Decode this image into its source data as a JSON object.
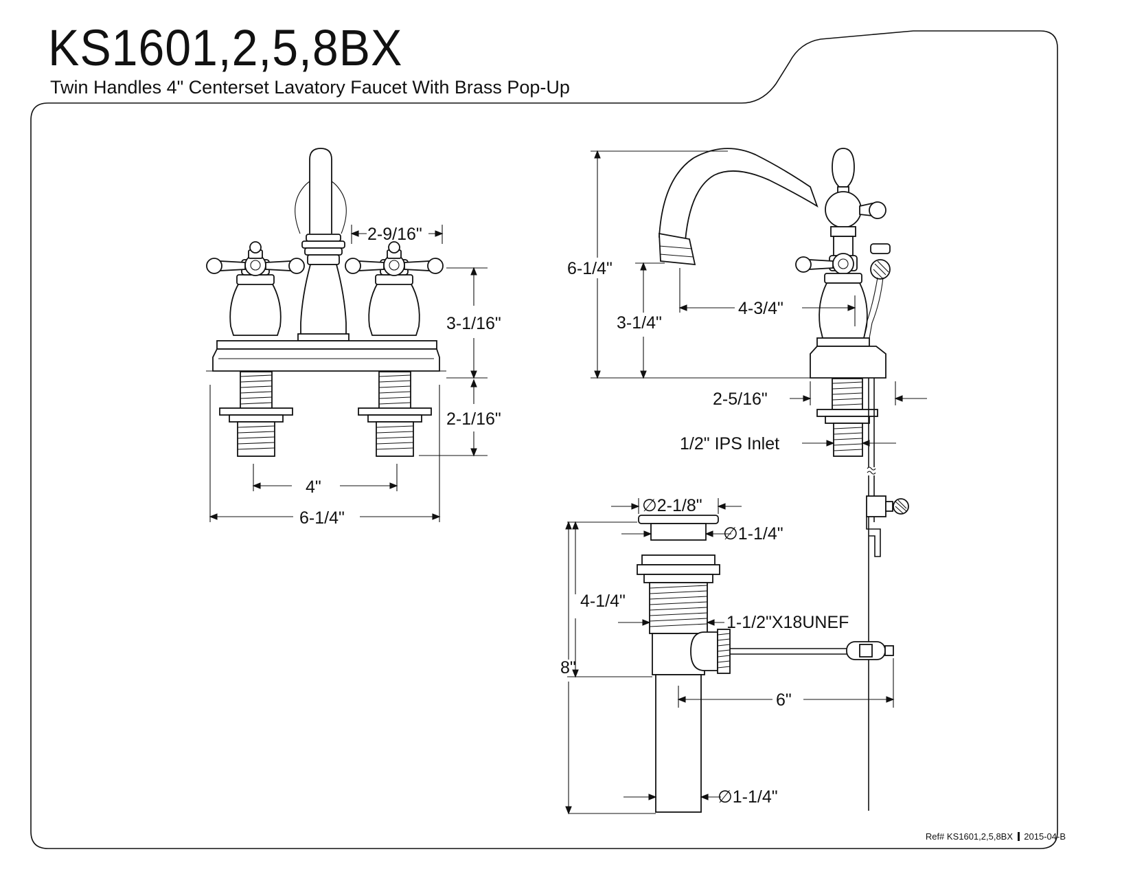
{
  "header": {
    "title": "KS1601,2,5,8BX",
    "subtitle": "Twin Handles 4\" Centerset Lavatory Faucet With Brass Pop-Up"
  },
  "footer": {
    "ref": "Ref# KS1601,2,5,8BX",
    "revision": "2015-04-B"
  },
  "front_view": {
    "handle_spacing": "2-9/16\"",
    "spout_height": "3-1/16\"",
    "shank_length": "2-1/16\"",
    "center_spread": "4\"",
    "overall_width": "6-1/4\""
  },
  "side_view": {
    "overall_height": "6-1/4\"",
    "spout_clearance": "3-1/4\"",
    "spout_reach": "4-3/4\"",
    "base_depth": "2-5/16\"",
    "inlet": "1/2\" IPS Inlet"
  },
  "drain_view": {
    "flange_diameter": "∅2-1/8\"",
    "stopper_diameter": "∅1-1/4\"",
    "body_height": "4-1/4\"",
    "thread": "1-1/2\"X18UNEF",
    "total_length": "8\"",
    "rod_length": "6\"",
    "tailpiece_diameter": "∅1-1/4\""
  }
}
